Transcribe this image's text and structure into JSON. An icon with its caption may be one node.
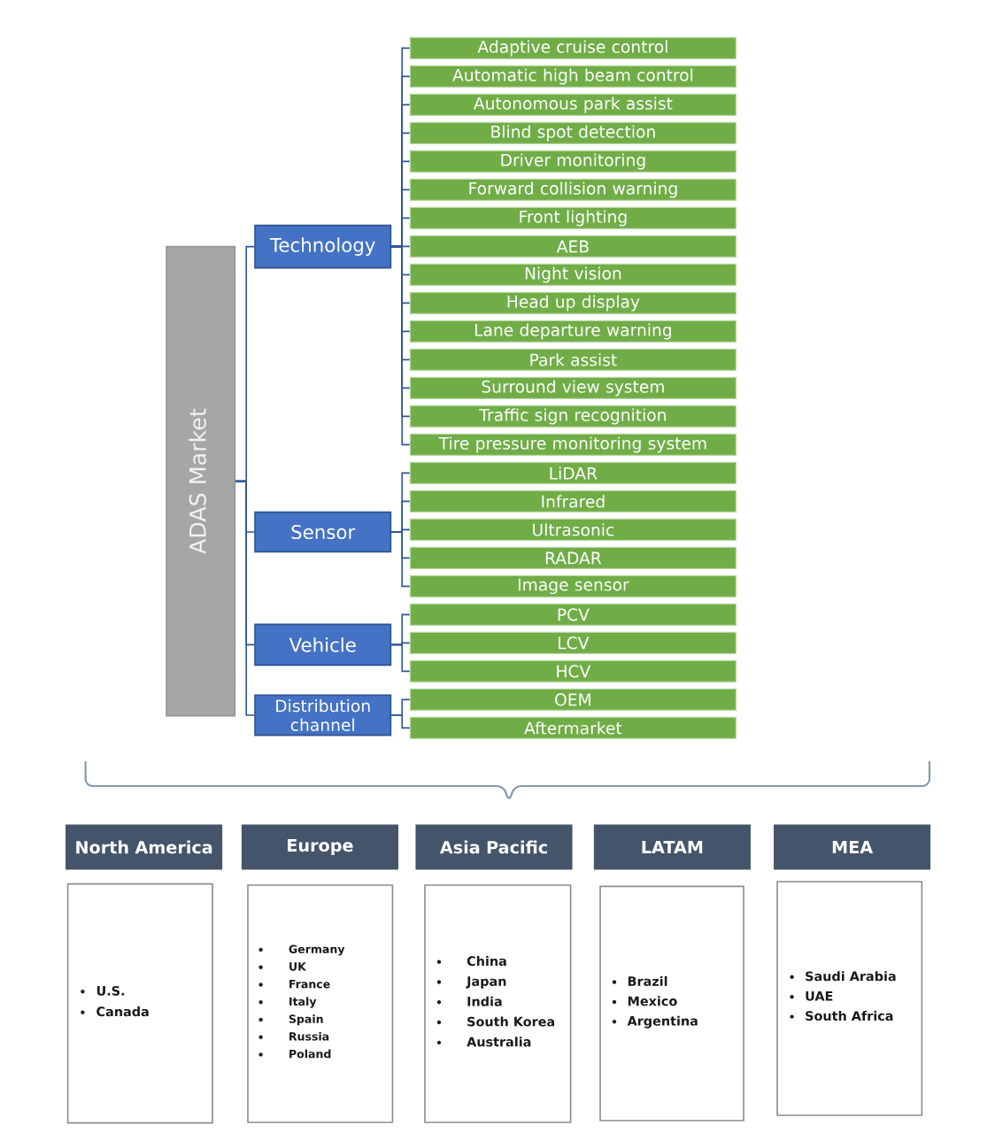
{
  "diagram": {
    "nodes": [
      {
        "text": [
          "ADAS Market"
        ]
      },
      {
        "text": [
          "Technology"
        ]
      },
      {
        "text": [
          "Adaptive cruise control"
        ]
      },
      {
        "text": [
          "Automatic high beam control"
        ]
      },
      {
        "text": [
          "Autonomous park assist"
        ]
      },
      {
        "text": [
          "Blind spot detection"
        ]
      },
      {
        "text": [
          "Driver monitoring"
        ]
      },
      {
        "text": [
          "Forward collision warning"
        ]
      },
      {
        "text": [
          "Front lighting"
        ]
      },
      {
        "text": [
          "AEB"
        ]
      },
      {
        "text": [
          "Night vision"
        ]
      },
      {
        "text": [
          "Head up display"
        ]
      },
      {
        "text": [
          "Lane departure warning"
        ]
      },
      {
        "text": [
          "Park assist"
        ]
      },
      {
        "text": [
          "Surround view system"
        ]
      },
      {
        "text": [
          "Traffic sign recognition"
        ]
      },
      {
        "text": [
          "Tire pressure monitoring system"
        ]
      },
      {
        "text": [
          "Sensor"
        ]
      },
      {
        "text": [
          "LiDAR"
        ]
      },
      {
        "text": [
          "Infrared"
        ]
      },
      {
        "text": [
          "Ultrasonic"
        ]
      },
      {
        "text": [
          "RADAR"
        ]
      },
      {
        "text": [
          "Image sensor"
        ]
      },
      {
        "text": [
          "Vehicle"
        ]
      },
      {
        "text": [
          "PCV"
        ]
      },
      {
        "text": [
          "LCV"
        ]
      },
      {
        "text": [
          "HCV"
        ]
      },
      {
        "text": [
          "Distribution channel"
        ]
      },
      {
        "text": [
          "OEM"
        ]
      },
      {
        "text": [
          "Aftermarket"
        ]
      },
      {
        "text": [
          "North America"
        ]
      },
      {
        "text": [
          "Europe"
        ]
      },
      {
        "text": [
          "Asia Pacific"
        ]
      },
      {
        "text": [
          "LATAM"
        ]
      },
      {
        "text": [
          "MEA"
        ]
      },
      {
        "text": [
          "U.S.",
          "Canada"
        ]
      },
      {
        "text": [
          "Germany",
          "UK",
          "France",
          "Italy",
          "Spain",
          "Russia",
          "Poland"
        ]
      },
      {
        "text": [
          "China",
          "Japan",
          "India",
          "South Korea",
          "Australia"
        ]
      },
      {
        "text": [
          "Brazil",
          "Mexico",
          "Argentina"
        ]
      },
      {
        "text": [
          "Saudi Arabia",
          "UAE",
          "South Africa"
        ]
      }
    ],
    "edges": [
      {
        "from": 0,
        "to": 1,
        "arrow": "none"
      },
      {
        "from": 0,
        "to": 17,
        "arrow": "none"
      },
      {
        "from": 0,
        "to": 23,
        "arrow": "none"
      },
      {
        "from": 0,
        "to": 27,
        "arrow": "none"
      },
      {
        "from": 1,
        "to": 2,
        "arrow": "none"
      },
      {
        "from": 1,
        "to": 3,
        "arrow": "none"
      },
      {
        "from": 1,
        "to": 4,
        "arrow": "none"
      },
      {
        "from": 1,
        "to": 5,
        "arrow": "none"
      },
      {
        "from": 1,
        "to": 6,
        "arrow": "none"
      },
      {
        "from": 1,
        "to": 7,
        "arrow": "none"
      },
      {
        "from": 1,
        "to": 8,
        "arrow": "none"
      },
      {
        "from": 1,
        "to": 9,
        "arrow": "none"
      },
      {
        "from": 1,
        "to": 10,
        "arrow": "none"
      },
      {
        "from": 1,
        "to": 11,
        "arrow": "none"
      },
      {
        "from": 1,
        "to": 12,
        "arrow": "none"
      },
      {
        "from": 1,
        "to": 13,
        "arrow": "none"
      },
      {
        "from": 1,
        "to": 14,
        "arrow": "none"
      },
      {
        "from": 1,
        "to": 15,
        "arrow": "none"
      },
      {
        "from": 1,
        "to": 16,
        "arrow": "none"
      },
      {
        "from": 17,
        "to": 18,
        "arrow": "none"
      },
      {
        "from": 17,
        "to": 19,
        "arrow": "none"
      },
      {
        "from": 17,
        "to": 20,
        "arrow": "none"
      },
      {
        "from": 17,
        "to": 21,
        "arrow": "none"
      },
      {
        "from": 17,
        "to": 22,
        "arrow": "none"
      },
      {
        "from": 23,
        "to": 24,
        "arrow": "none"
      },
      {
        "from": 23,
        "to": 25,
        "arrow": "none"
      },
      {
        "from": 23,
        "to": 26,
        "arrow": "none"
      },
      {
        "from": 27,
        "to": 28,
        "arrow": "none"
      },
      {
        "from": 27,
        "to": 29,
        "arrow": "none"
      }
    ]
  }
}
